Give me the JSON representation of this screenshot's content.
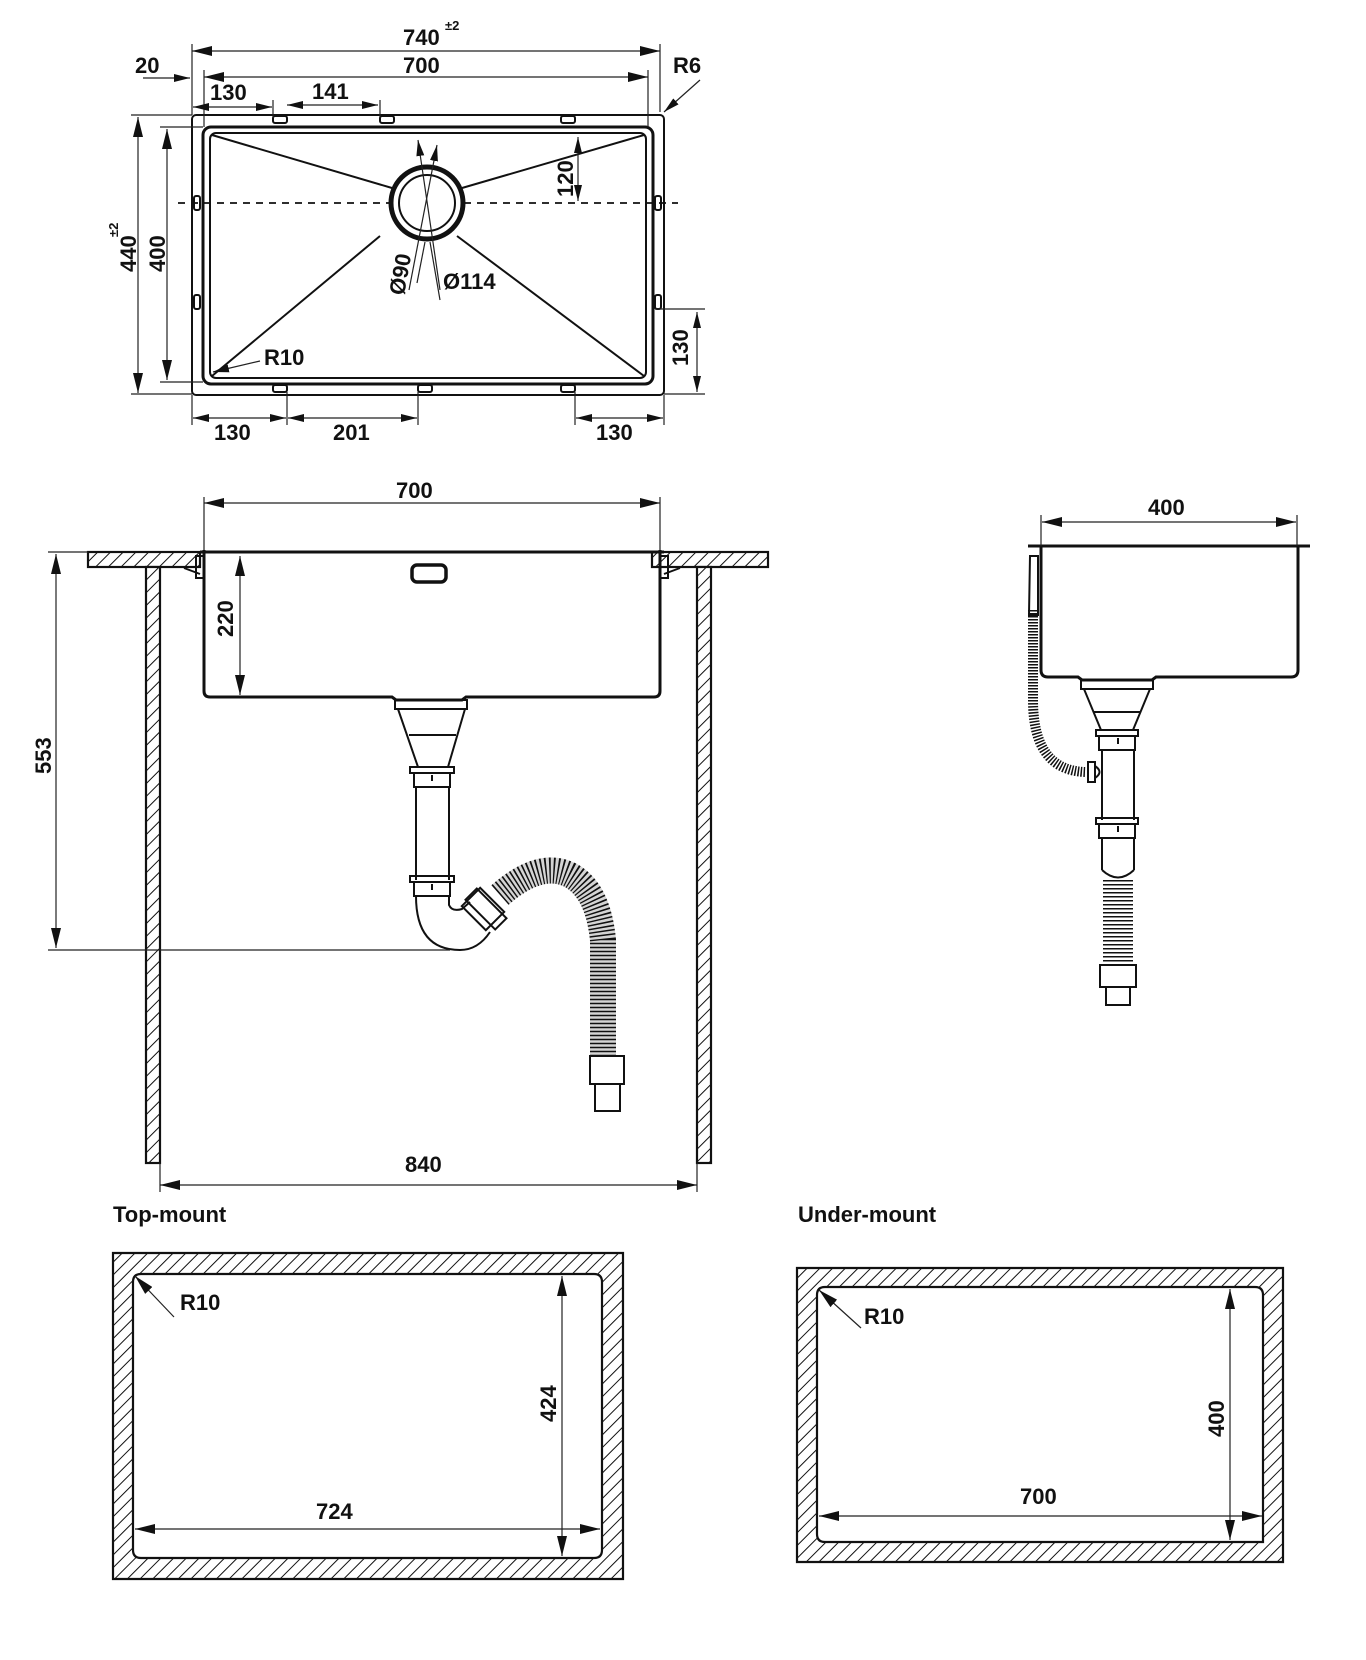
{
  "drawing": {
    "plan_view": {
      "dims": {
        "overall_width": "740",
        "overall_width_tol": "±2",
        "bowl_width": "700",
        "flange": "20",
        "radius_outer": "R6",
        "clip_offset_top_left": "130",
        "clip_spacing_top": "141",
        "overall_depth": "440",
        "overall_depth_tol": "±2",
        "bowl_depth": "400",
        "drain_offset": "120",
        "drain_inner_dia": "Ø90",
        "drain_outer_dia": "Ø114",
        "radius_inner": "R10",
        "clip_offset_right": "130",
        "clip_offset_bottom_left": "130",
        "clip_spacing_bottom": "201",
        "clip_offset_bottom_right": "130"
      }
    },
    "front_section": {
      "dims": {
        "bowl_width": "700",
        "bowl_height": "220",
        "drain_height": "553",
        "cabinet_width": "840"
      }
    },
    "side_section": {
      "dims": {
        "bowl_depth": "400"
      }
    },
    "cutouts": [
      {
        "title": "Top-mount",
        "radius": "R10",
        "width": "724",
        "depth": "424"
      },
      {
        "title": "Under-mount",
        "radius": "R10",
        "width": "700",
        "depth": "400"
      }
    ]
  },
  "colors": {
    "line": "#111111",
    "background": "#ffffff"
  }
}
